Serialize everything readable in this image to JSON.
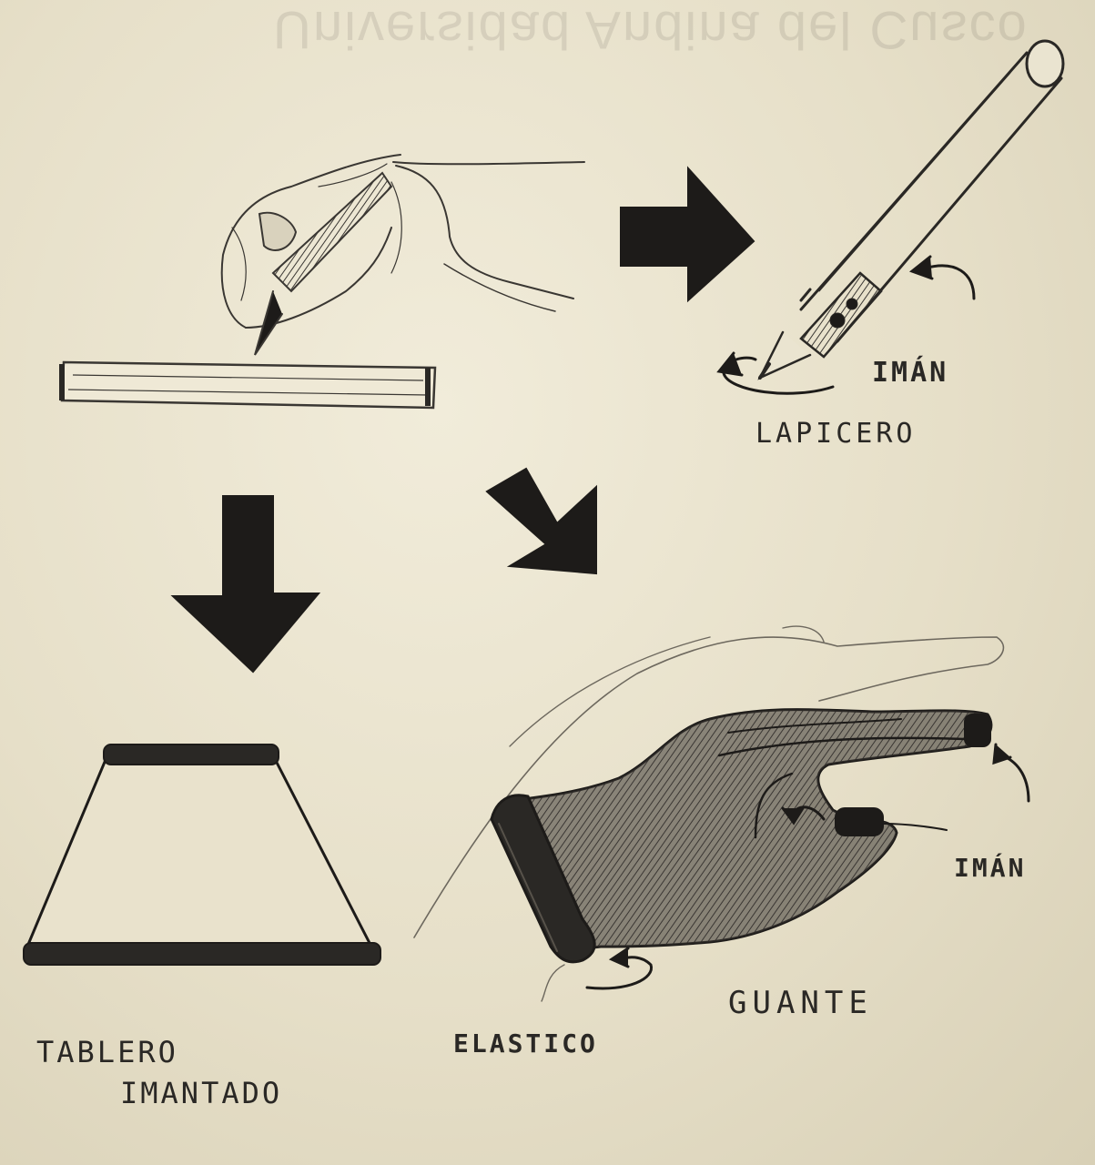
{
  "watermark": "Universidad Andina del Cusco",
  "labels": {
    "iman_pen": "IMÁN",
    "lapicero": "LAPICERO",
    "iman_glove": "IMÁN",
    "guante": "GUANTE",
    "elastico": "ELASTICO",
    "tablero": "TABLERO",
    "imantado": "IMANTADO"
  },
  "colors": {
    "paper": "#e6dfc8",
    "ink": "#1d1b19",
    "pencil": "#3a3733"
  },
  "icons": [
    "hand-writing-icon",
    "pen-icon",
    "glove-icon",
    "board-icon",
    "arrow-right-icon",
    "arrow-down-icon",
    "arrow-down-right-icon",
    "rotation-arrow-icon"
  ]
}
